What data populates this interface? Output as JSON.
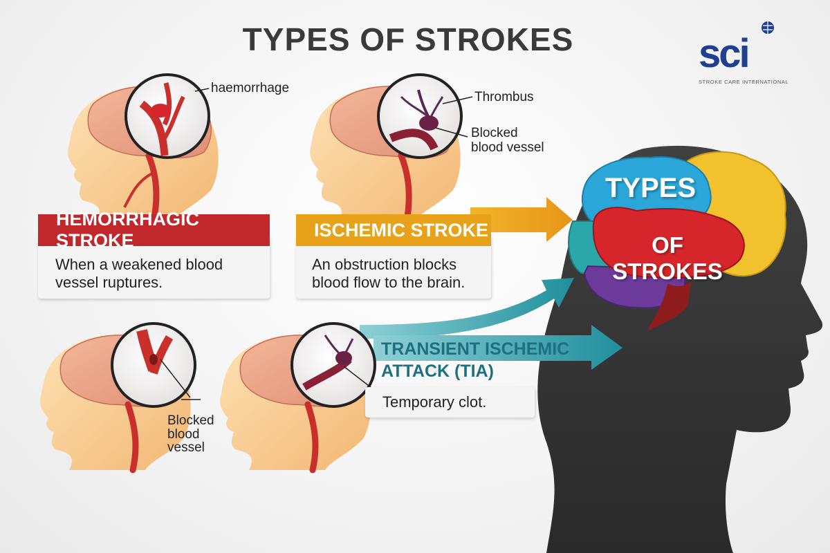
{
  "header": {
    "title": "TYPES OF STROKES"
  },
  "logo": {
    "text": "sci",
    "tagline": "STROKE CARE INTERNATIONAL"
  },
  "hemorrhagic": {
    "callout": "haemorrhage",
    "title": "HEMORRHAGIC STROKE",
    "description_line1": "When a weakened blood",
    "description_line2": "vessel ruptures."
  },
  "ischemic": {
    "callout_thrombus": "Thrombus",
    "callout_blocked_line1": "Blocked",
    "callout_blocked_line2": "blood vessel",
    "title": "ISCHEMIC STROKE",
    "description_line1": "An obstruction blocks",
    "description_line2": "blood flow to the brain."
  },
  "lower_left": {
    "callout_line1": "Blocked",
    "callout_line2": "blood",
    "callout_line3": "vessel"
  },
  "tia": {
    "title_line1": "TRANSIENT ISCHEMIC",
    "title_line2": "ATTACK (TIA)",
    "description": "Temporary clot."
  },
  "big_head": {
    "line1": "TYPES",
    "line2": "OF STROKES"
  },
  "colors": {
    "hemorrhagic_red": "#c0282c",
    "ischemic_orange": "#e8a21a",
    "tia_teal": "#1f8f9c",
    "head_dark": "#3a3a3a",
    "brain_blue": "#2aa7d8",
    "brain_yellow": "#f2c12e",
    "brain_red": "#d7262b",
    "brain_purple": "#6c3a9a",
    "brain_teal": "#2ba6a9",
    "logo_blue": "#1f3f8f"
  }
}
